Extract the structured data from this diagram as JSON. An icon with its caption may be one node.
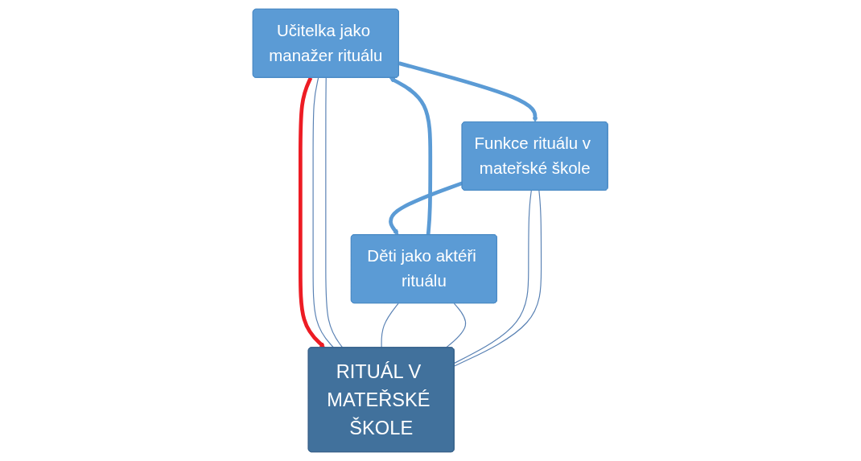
{
  "diagram": {
    "nodes": [
      {
        "text": [
          "Učitelka jako manažer rituálu"
        ]
      },
      {
        "text": [
          "RITUÁL V MATEŘSKÉ ŠKOLE"
        ]
      },
      {
        "text": [
          "Děti jako aktéři rituálu"
        ]
      },
      {
        "text": [
          "Funkce rituálu v mateřské škole"
        ]
      }
    ],
    "edges": [
      {
        "from": 0,
        "to": 3,
        "arrow": "to",
        "style": "thick",
        "color": "#5b9bd5"
      },
      {
        "from": 3,
        "to": 2,
        "arrow": "to",
        "style": "thick",
        "color": "#5b9bd5"
      },
      {
        "from": 2,
        "to": 0,
        "arrow": "to",
        "style": "thick",
        "color": "#5b9bd5"
      },
      {
        "from": 0,
        "to": 1,
        "arrow": "to",
        "style": "thick",
        "color": "#ed1c24"
      },
      {
        "from": 0,
        "to": 1,
        "arrow": "none"
      },
      {
        "from": 0,
        "to": 1,
        "arrow": "none"
      },
      {
        "from": 2,
        "to": 1,
        "arrow": "none"
      },
      {
        "from": 2,
        "to": 1,
        "arrow": "none"
      },
      {
        "from": 1,
        "to": 3,
        "arrow": "none"
      },
      {
        "from": 1,
        "to": 3,
        "arrow": "none"
      }
    ]
  }
}
